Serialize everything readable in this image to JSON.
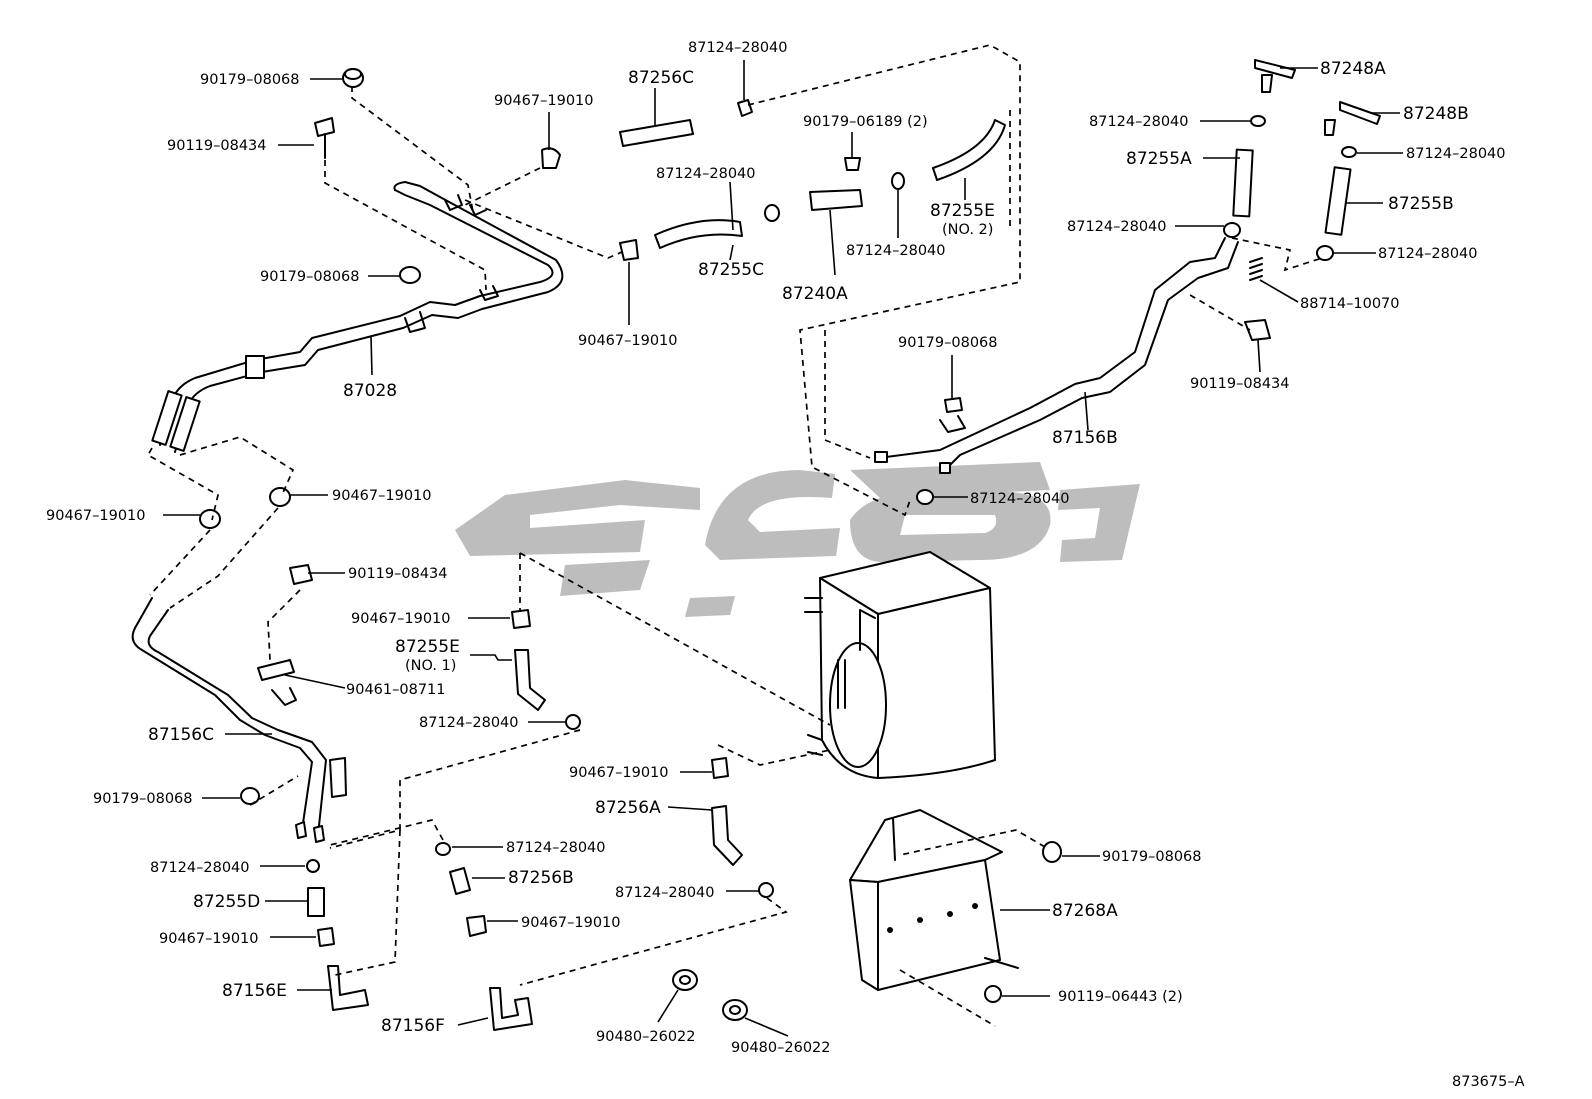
{
  "figure_id": "873675–A",
  "parts": {
    "p90179_08068_tl": "90179–08068",
    "p90119_08434_tl": "90119–08434",
    "p90467_19010_top": "90467–19010",
    "p87256C": "87256C",
    "p87124_28040_top": "87124–28040",
    "p90179_06189": "90179–06189 (2)",
    "p87124_28040_mid": "87124–28040",
    "p87255E_no2": "87255E",
    "p87255E_no2_sub": "(NO. 2)",
    "p90179_08068_l2": "90179–08068",
    "p87255C": "87255C",
    "p87240A": "87240A",
    "p87124_28040_c": "87124–28040",
    "p90467_19010_c": "90467–19010",
    "p87028": "87028",
    "p87248A": "87248A",
    "p87248B": "87248B",
    "p87124_28040_r1": "87124–28040",
    "p87124_28040_r2": "87124–28040",
    "p87255A": "87255A",
    "p87255B": "87255B",
    "p87124_28040_r3": "87124–28040",
    "p87124_28040_r4": "87124–28040",
    "p88714_10070": "88714–10070",
    "p90179_08068_r": "90179–08068",
    "p90119_08434_r": "90119–08434",
    "p87156B": "87156B",
    "p87124_28040_r5": "87124–28040",
    "p90467_19010_l1": "90467–19010",
    "p90467_19010_l2": "90467–19010",
    "p90119_08434_l": "90119–08434",
    "p90467_19010_l3": "90467–19010",
    "p87255E_no1": "87255E",
    "p87255E_no1_sub": "(NO. 1)",
    "p90461_08711": "90461–08711",
    "p87124_28040_l1": "87124–28040",
    "p87156C": "87156C",
    "p90179_08068_l3": "90179–08068",
    "p90467_19010_m": "90467–19010",
    "p87256A": "87256A",
    "p87124_28040_l2": "87124–28040",
    "p87124_28040_l3": "87124–28040",
    "p87256B": "87256B",
    "p87255D": "87255D",
    "p90467_19010_l4": "90467–19010",
    "p90467_19010_l5": "90467–19010",
    "p87124_28040_m2": "87124–28040",
    "p87156E": "87156E",
    "p87156F": "87156F",
    "p90480_26022_a": "90480–26022",
    "p90480_26022_b": "90480–26022",
    "p90179_08068_br": "90179–08068",
    "p87268A": "87268A",
    "p90119_06443": "90119–06443 (2)"
  }
}
